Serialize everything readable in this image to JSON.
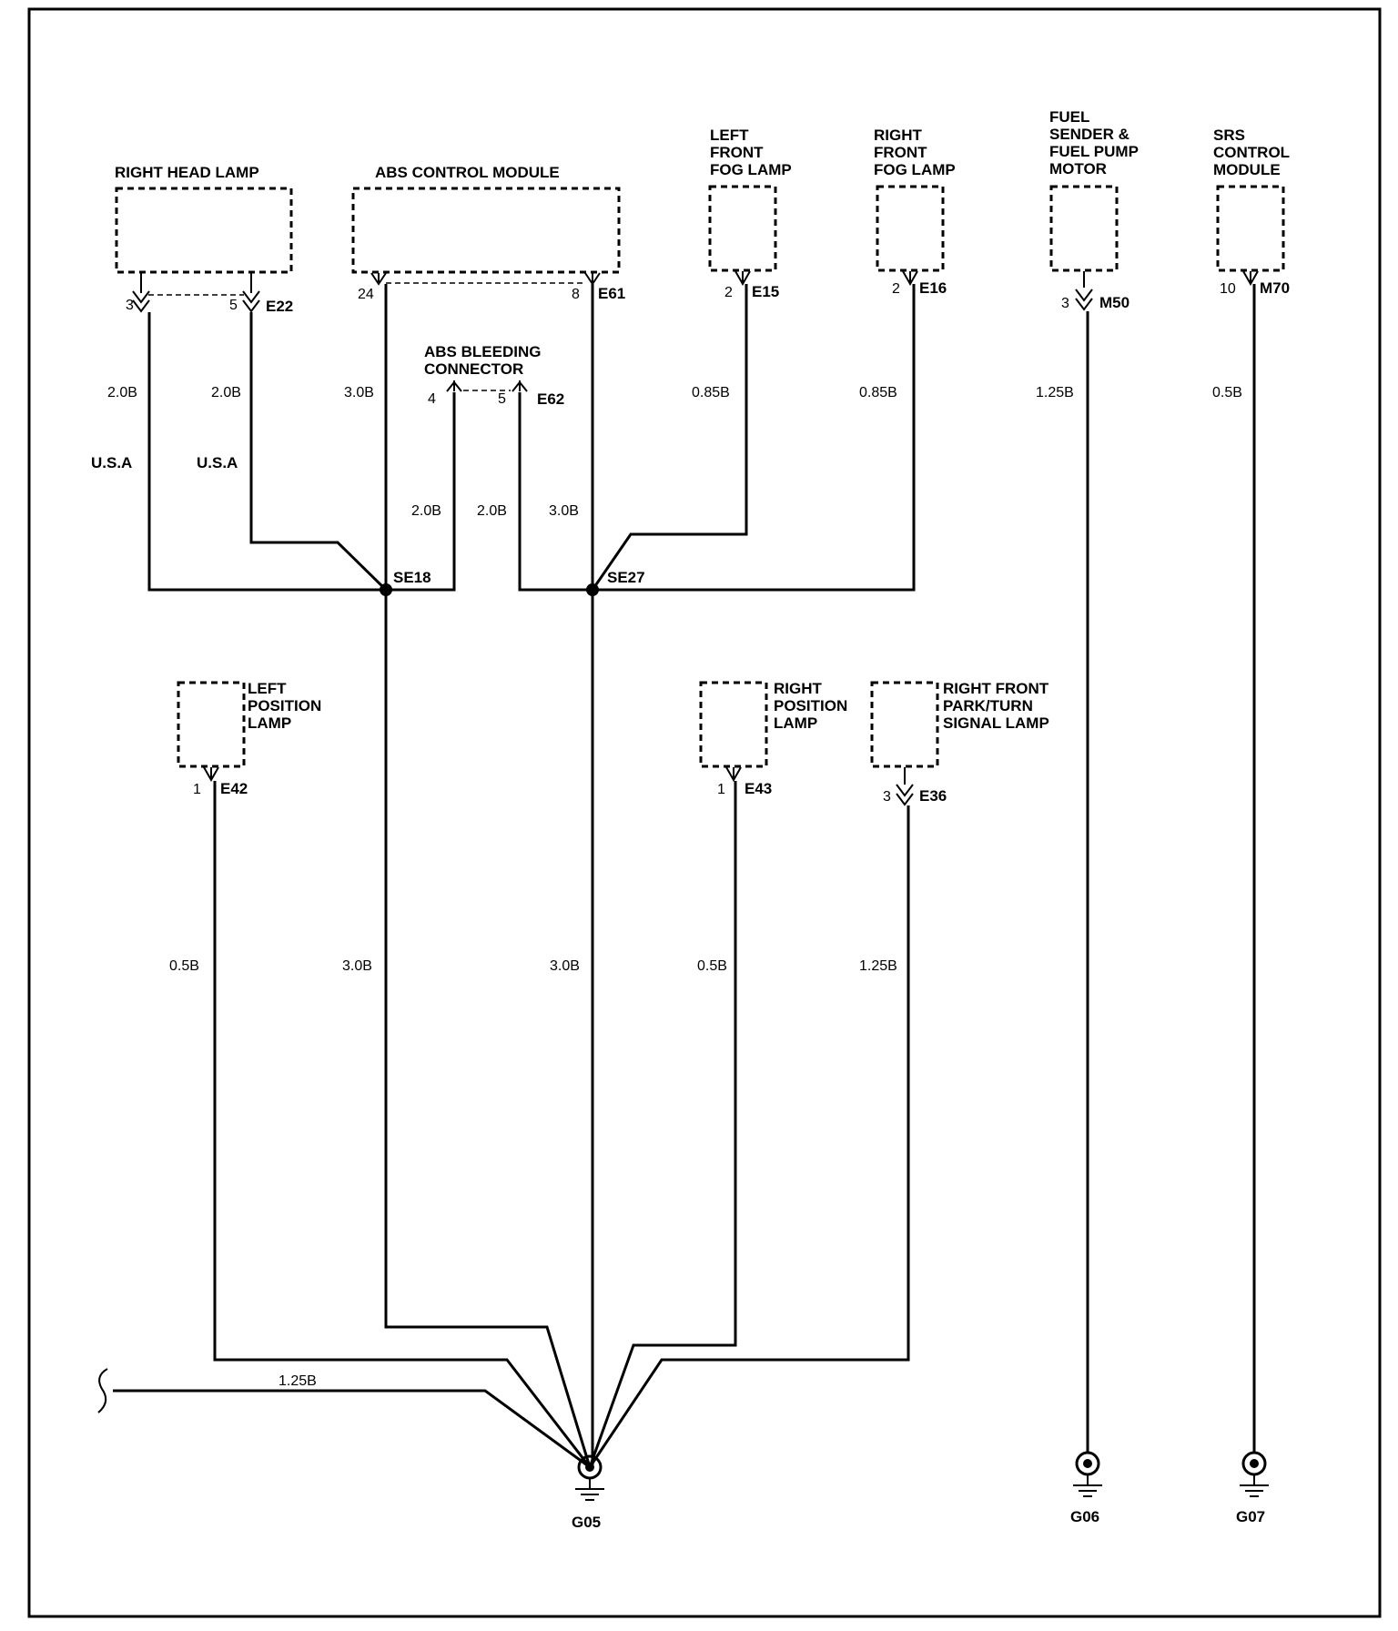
{
  "components": {
    "right_head_lamp": "RIGHT HEAD LAMP",
    "abs_control_module": "ABS CONTROL MODULE",
    "left_front_fog_lamp": [
      "LEFT",
      "FRONT",
      "FOG LAMP"
    ],
    "right_front_fog_lamp": [
      "RIGHT",
      "FRONT",
      "FOG LAMP"
    ],
    "fuel_sender": [
      "FUEL",
      "SENDER &",
      "FUEL PUMP",
      "MOTOR"
    ],
    "srs_control_module": [
      "SRS",
      "CONTROL",
      "MODULE"
    ],
    "abs_bleeding_connector": [
      "ABS BLEEDING",
      "CONNECTOR"
    ],
    "left_position_lamp": [
      "LEFT",
      "POSITION",
      "LAMP"
    ],
    "right_position_lamp": [
      "RIGHT",
      "POSITION",
      "LAMP"
    ],
    "right_front_park_turn": [
      "RIGHT FRONT",
      "PARK/TURN",
      "SIGNAL LAMP"
    ]
  },
  "connectors": {
    "e22": "E22",
    "e61": "E61",
    "e15": "E15",
    "e16": "E16",
    "m50": "M50",
    "m70": "M70",
    "e62": "E62",
    "e42": "E42",
    "e43": "E43",
    "e36": "E36"
  },
  "pins": {
    "e22_a": "3",
    "e22_b": "5",
    "e61_a": "24",
    "e61_b": "8",
    "e15": "2",
    "e16": "2",
    "m50": "3",
    "m70": "10",
    "e62_a": "4",
    "e62_b": "5",
    "e42": "1",
    "e43": "1",
    "e36": "3"
  },
  "splices": {
    "se18": "SE18",
    "se27": "SE27"
  },
  "grounds": {
    "g05": "G05",
    "g06": "G06",
    "g07": "G07"
  },
  "wires": {
    "hl1": "2.0B",
    "hl2": "2.0B",
    "abs24": "3.0B",
    "lfog": "0.85B",
    "rfog": "0.85B",
    "fuel": "1.25B",
    "srs": "0.5B",
    "bleed4": "2.0B",
    "bleed5": "2.0B",
    "abs8": "3.0B",
    "lpos": "0.5B",
    "se18_down": "3.0B",
    "se27_down": "3.0B",
    "rpos": "0.5B",
    "rpark": "1.25B",
    "extra": "1.25B"
  },
  "notes": {
    "usa1": "U.S.A",
    "usa2": "U.S.A"
  }
}
